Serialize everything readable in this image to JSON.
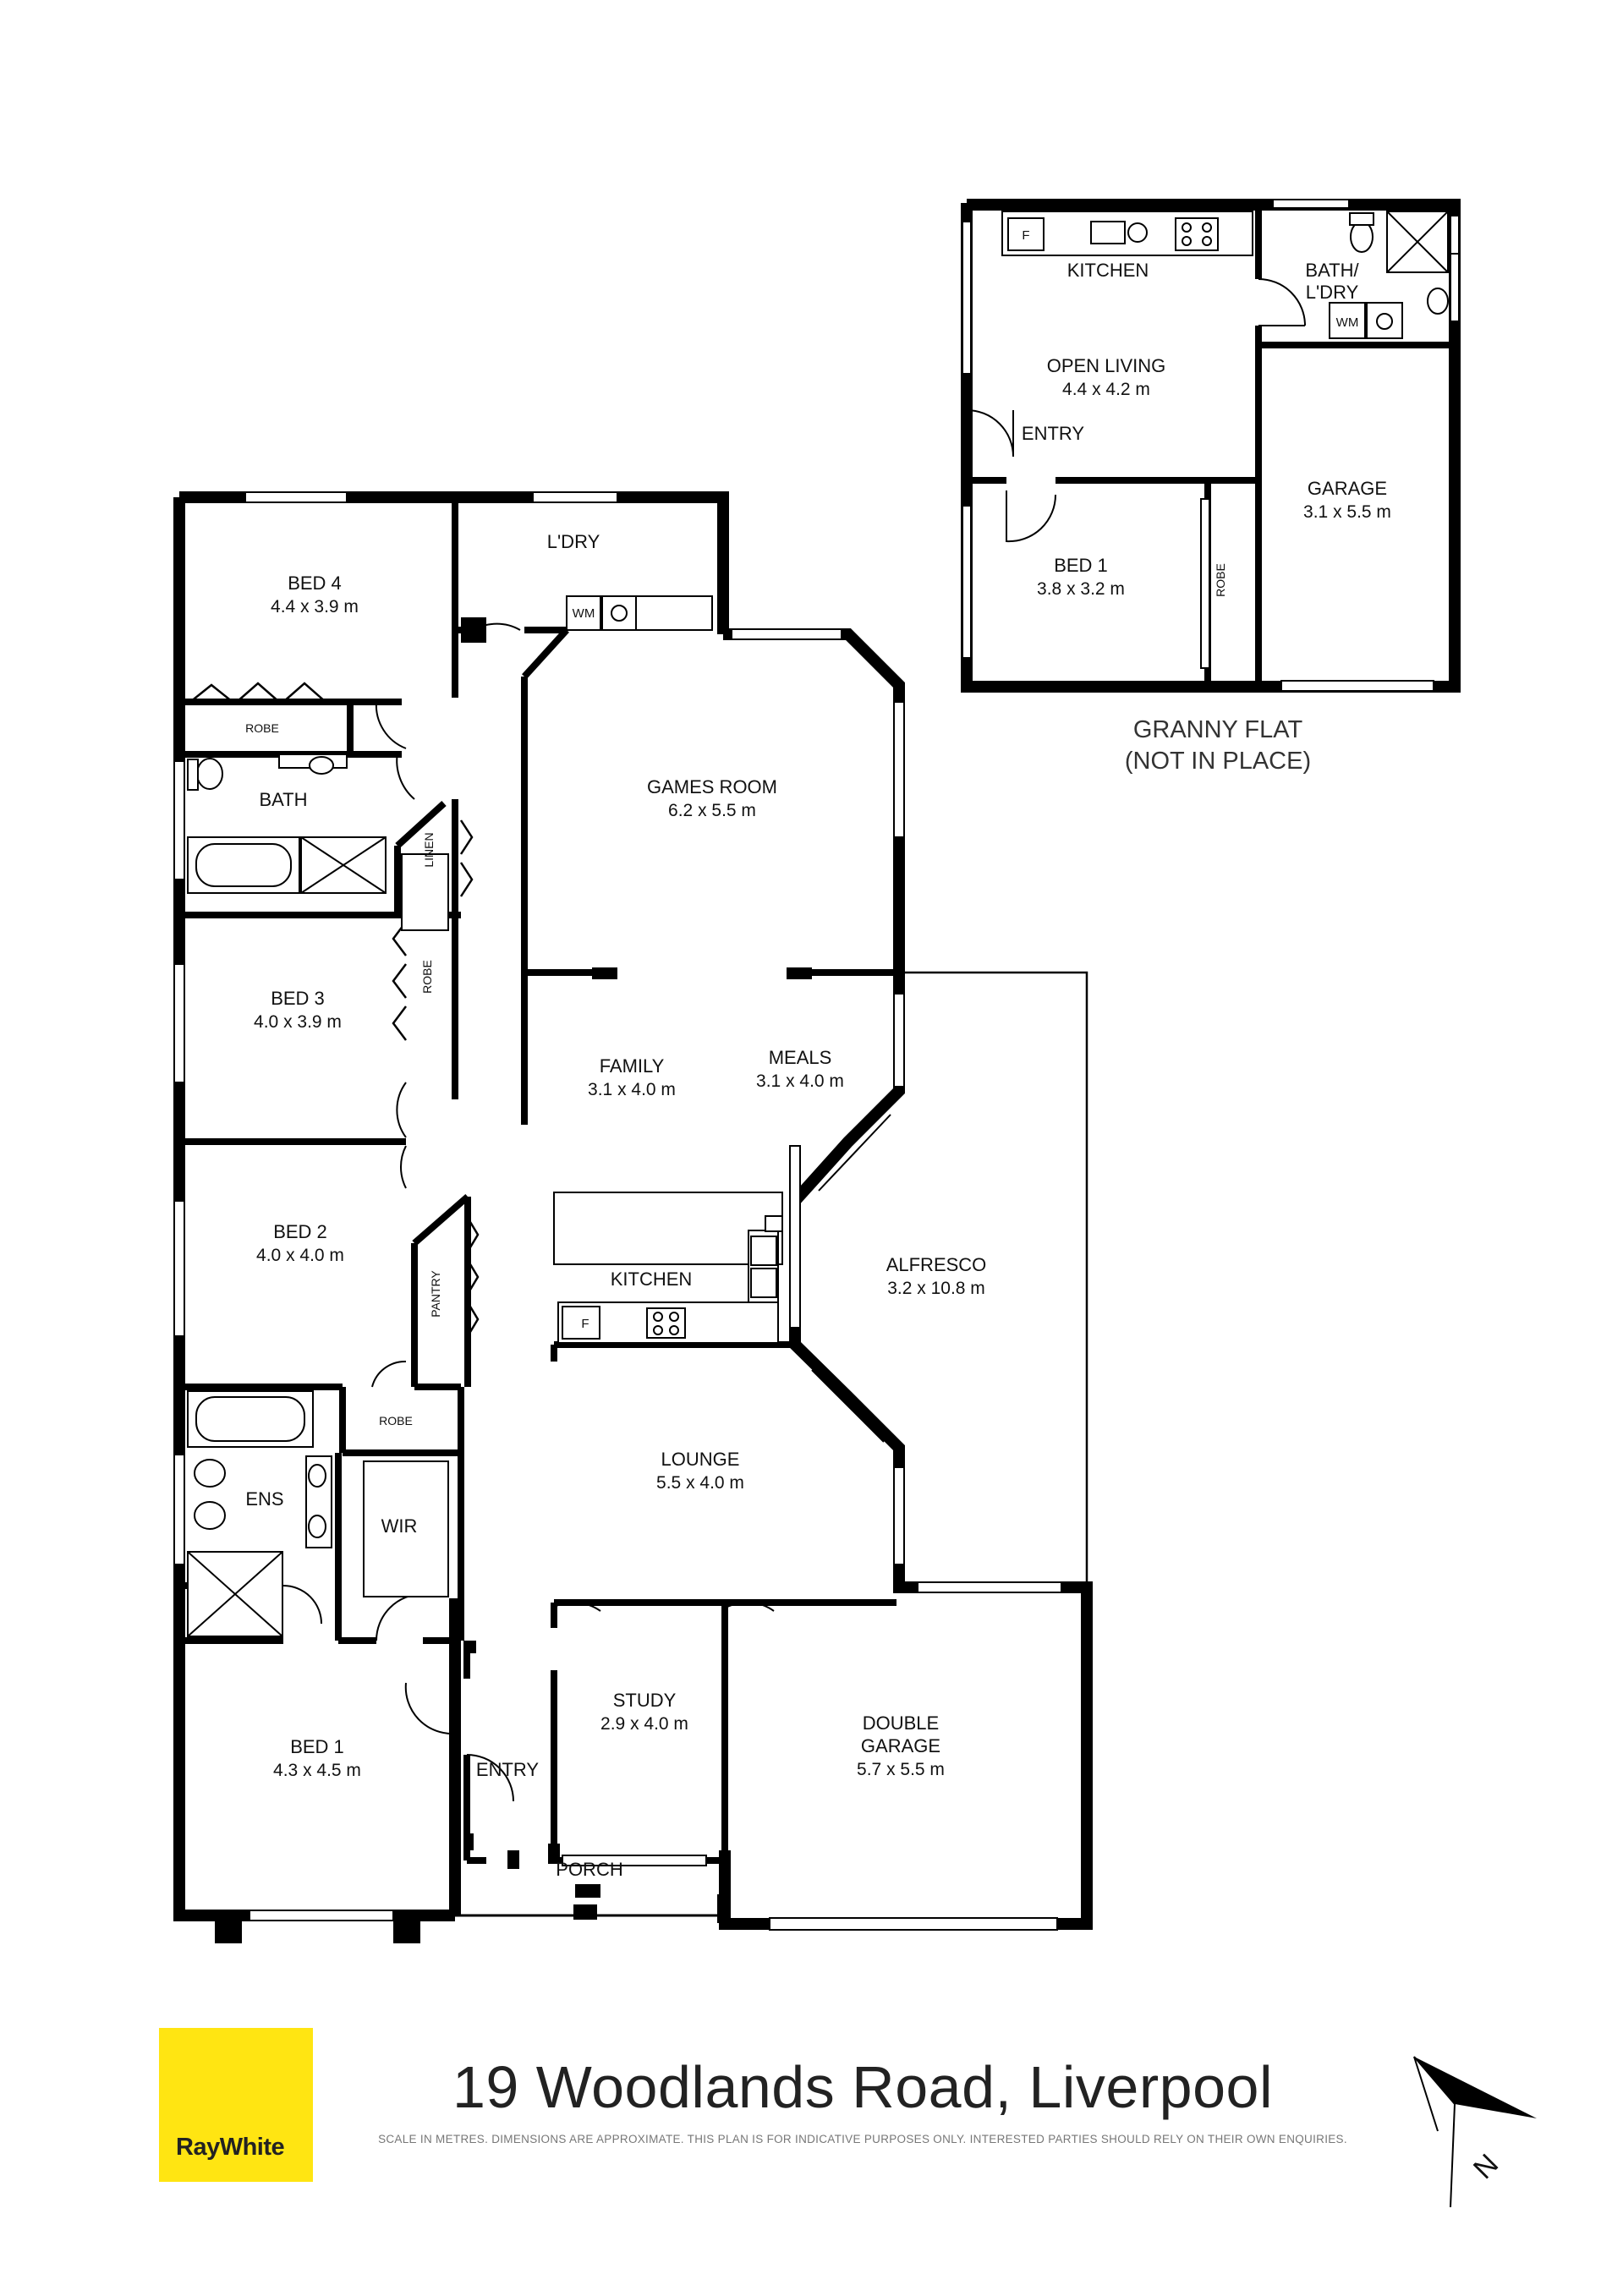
{
  "property": {
    "address": "19 Woodlands Road, Liverpool",
    "disclaimer": "SCALE IN METRES. DIMENSIONS ARE APPROXIMATE. THIS PLAN IS FOR INDICATIVE PURPOSES ONLY. INTERESTED PARTIES SHOULD RELY ON THEIR OWN ENQUIRIES."
  },
  "brand": {
    "name": "RayWhite",
    "color": "#ffe512"
  },
  "compass": {
    "label": "N"
  },
  "granny_flat": {
    "label_line1": "GRANNY FLAT",
    "label_line2": "(NOT IN PLACE)",
    "rooms": {
      "kitchen": {
        "name": "KITCHEN"
      },
      "bath": {
        "name_line1": "BATH/",
        "name_line2": "L'DRY"
      },
      "living": {
        "name": "OPEN LIVING",
        "dims": "4.4 x 4.2 m"
      },
      "entry": {
        "name": "ENTRY"
      },
      "garage": {
        "name": "GARAGE",
        "dims": "3.1 x 5.5 m"
      },
      "bed1": {
        "name": "BED 1",
        "dims": "3.8 x 3.2 m"
      },
      "robe": {
        "name": "ROBE"
      }
    },
    "fixtures": {
      "wm": "WM",
      "fridge": "F"
    }
  },
  "house": {
    "rooms": {
      "bed4": {
        "name": "BED 4",
        "dims": "4.4 x 3.9 m"
      },
      "bed4_robe": {
        "name": "ROBE"
      },
      "ldry": {
        "name": "L'DRY"
      },
      "bath": {
        "name": "BATH"
      },
      "linen": {
        "name": "LINEN"
      },
      "bed3": {
        "name": "BED 3",
        "dims": "4.0 x 3.9 m"
      },
      "bed3_robe": {
        "name": "ROBE"
      },
      "bed2": {
        "name": "BED 2",
        "dims": "4.0 x 4.0 m"
      },
      "bed2_robe": {
        "name": "ROBE"
      },
      "pantry": {
        "name": "PANTRY"
      },
      "ens": {
        "name": "ENS"
      },
      "wir": {
        "name": "WIR"
      },
      "bed1": {
        "name": "BED 1",
        "dims": "4.3 x 4.5 m"
      },
      "games": {
        "name": "GAMES ROOM",
        "dims": "6.2 x 5.5 m"
      },
      "family": {
        "name": "FAMILY",
        "dims": "3.1 x 4.0 m"
      },
      "meals": {
        "name": "MEALS",
        "dims": "3.1 x 4.0 m"
      },
      "kitchen": {
        "name": "KITCHEN"
      },
      "alfresco": {
        "name": "ALFRESCO",
        "dims": "3.2 x 10.8 m"
      },
      "lounge": {
        "name": "LOUNGE",
        "dims": "5.5 x 4.0 m"
      },
      "study": {
        "name": "STUDY",
        "dims": "2.9 x 4.0 m"
      },
      "garage": {
        "name_line1": "DOUBLE",
        "name_line2": "GARAGE",
        "dims": "5.7 x 5.5 m"
      },
      "entry": {
        "name": "ENTRY"
      },
      "porch": {
        "name": "PORCH"
      }
    },
    "fixtures": {
      "wm": "WM",
      "fridge": "F"
    }
  }
}
